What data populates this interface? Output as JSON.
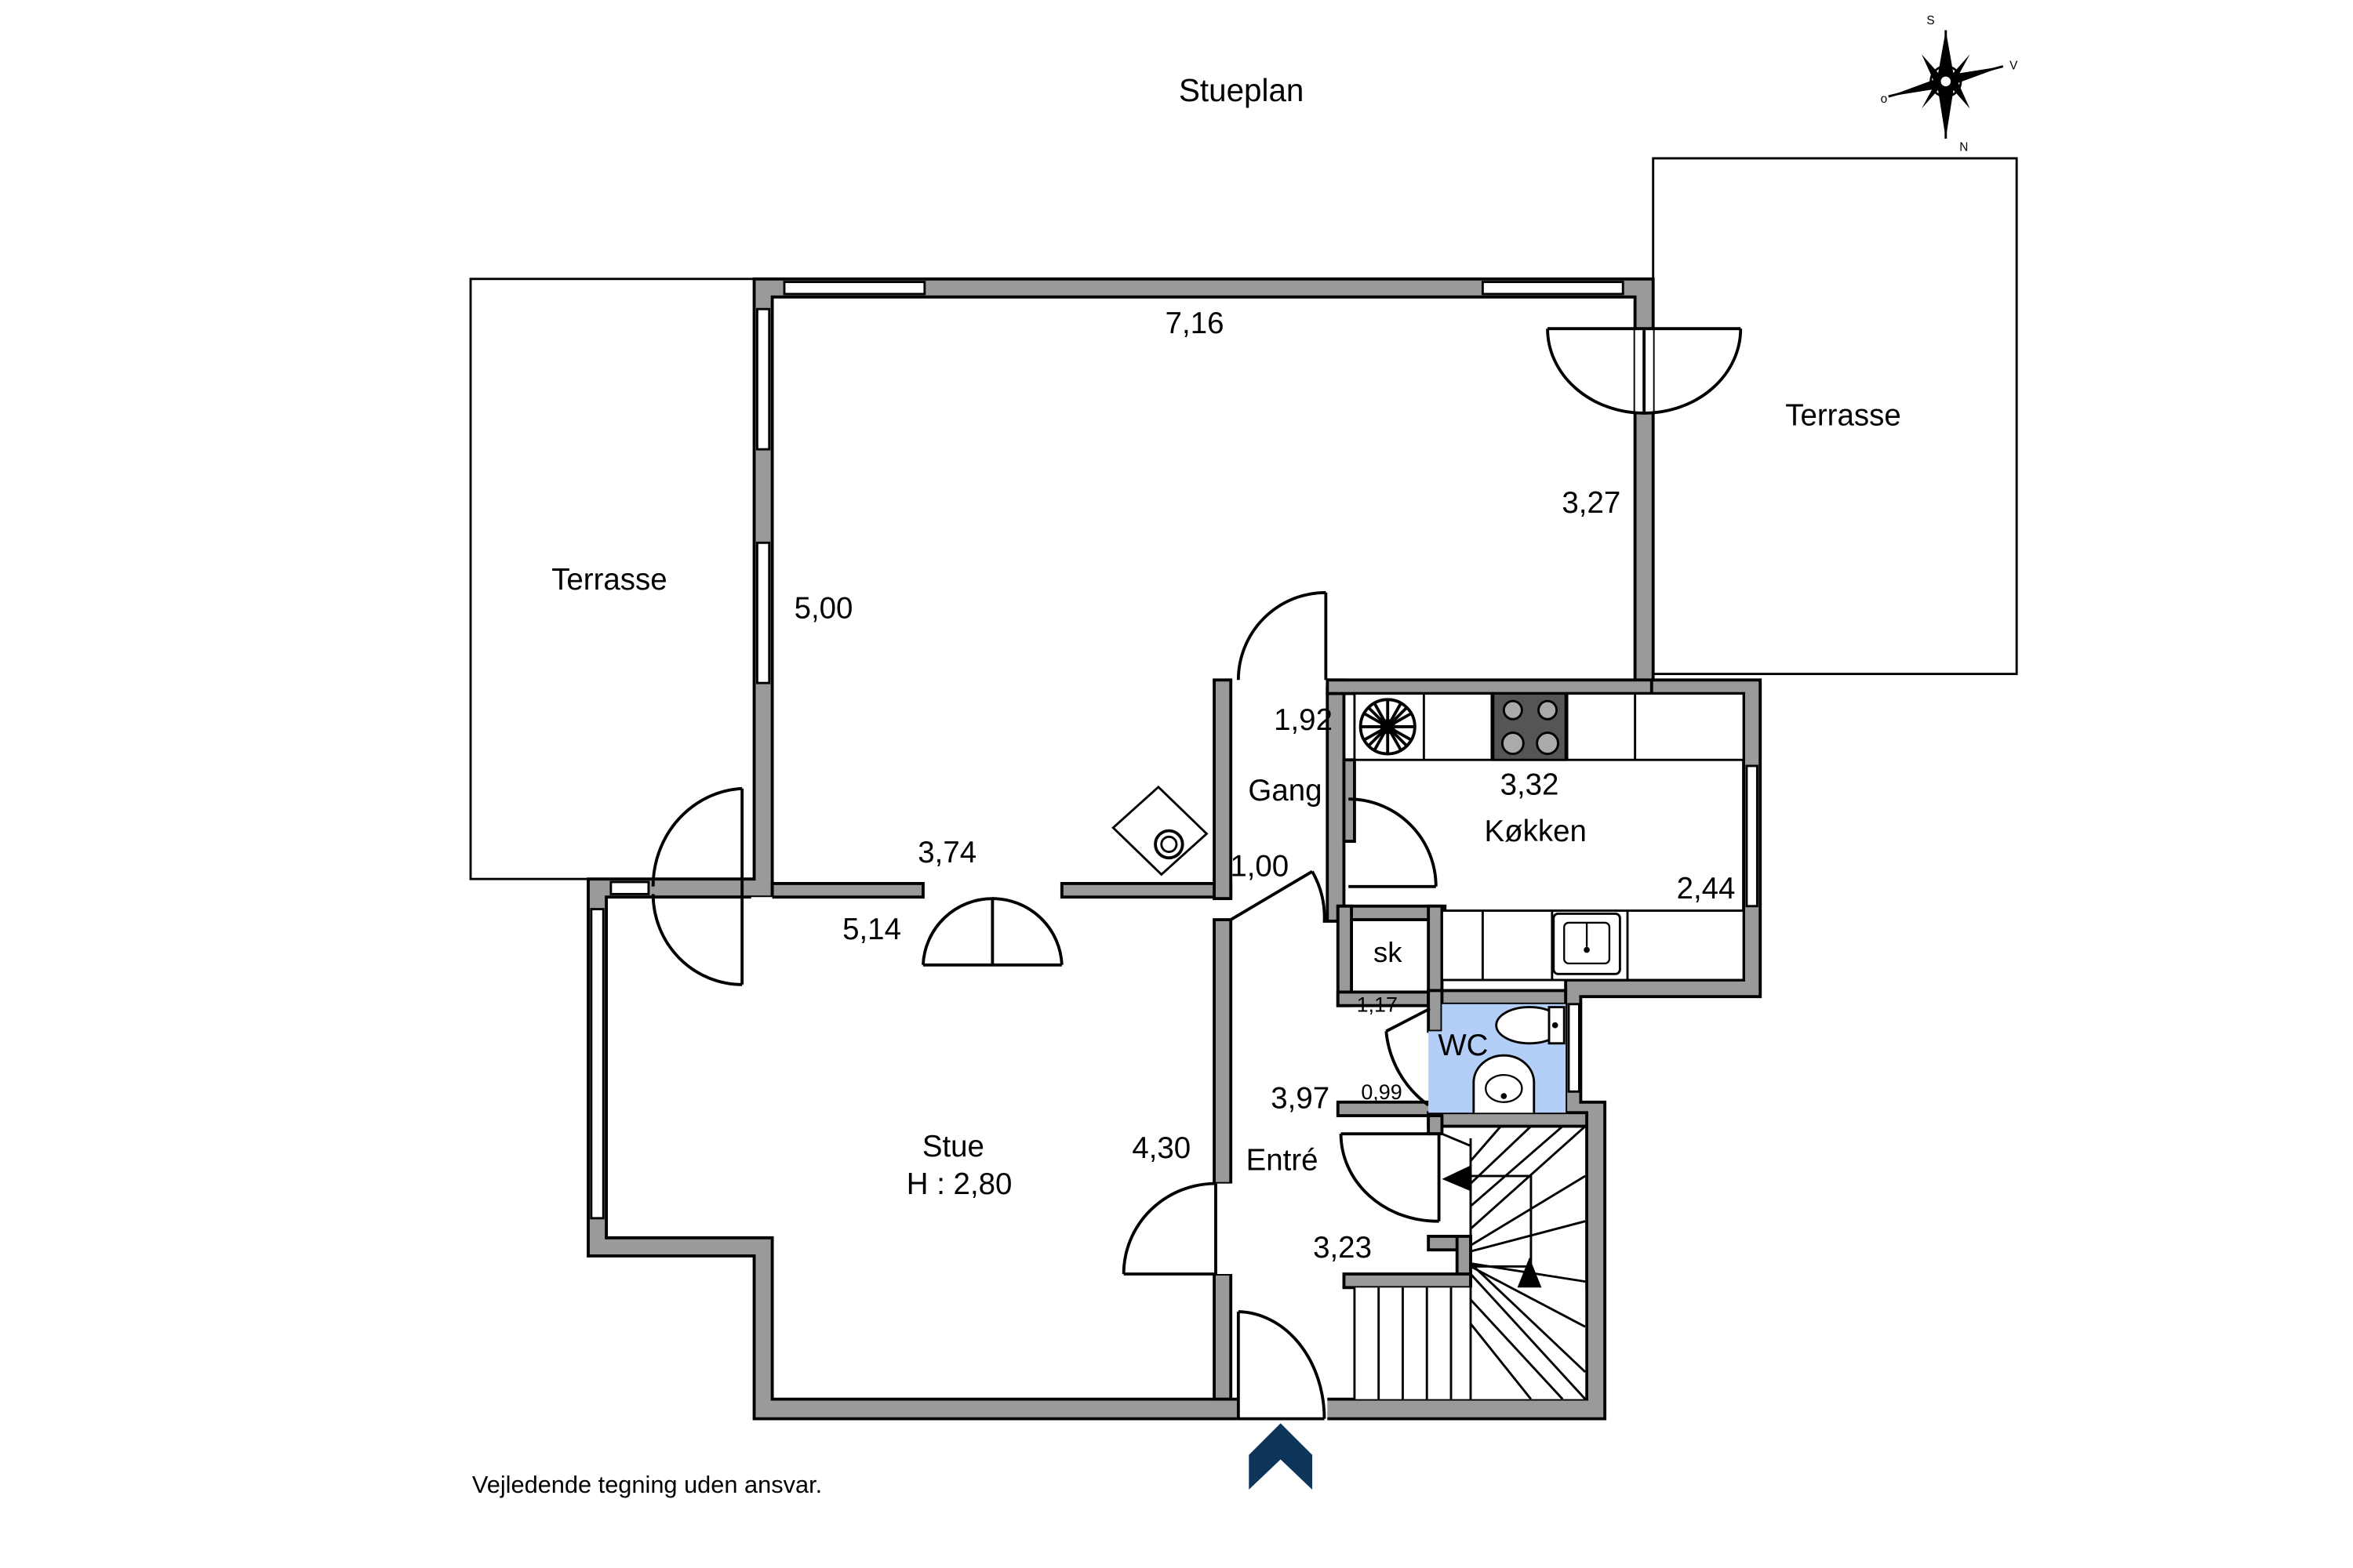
{
  "title": "Stueplan",
  "disclaimer": "Vejledende tegning uden ansvar.",
  "compass": {
    "s": "S",
    "v": "V",
    "n": "N",
    "o": "o"
  },
  "rooms": {
    "terrasse_left": "Terrasse",
    "terrasse_right": "Terrasse",
    "gang": "Gang",
    "kokken": "Køkken",
    "stue": "Stue",
    "stue_height": "H : 2,80",
    "entre": "Entré",
    "wc": "WC",
    "sk": "sk"
  },
  "dimensions": {
    "d716": "7,16",
    "d327": "3,27",
    "d500": "5,00",
    "d192": "1,92",
    "d332": "3,32",
    "d374": "3,74",
    "d100": "1,00",
    "d244": "2,44",
    "d514": "5,14",
    "d117": "1,17",
    "d397": "3,97",
    "d099": "0,99",
    "d430": "4,30",
    "d323": "3,23"
  },
  "colors": {
    "wall": "#9a9a9a",
    "wc_fill": "#b3cff7",
    "entrance_arrow": "#0d3559"
  }
}
